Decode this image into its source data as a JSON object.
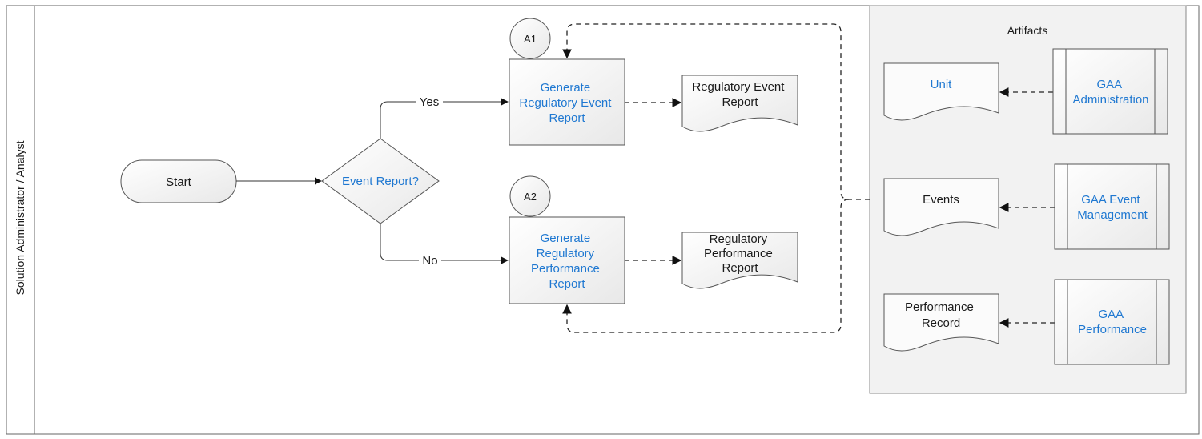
{
  "lane": {
    "label": "Solution Administrator / Analyst"
  },
  "artifacts": {
    "title": "Artifacts"
  },
  "nodes": {
    "start": "Start",
    "decision": "Event Report?",
    "connector_a1": "A1",
    "connector_a2": "A2",
    "step_event": [
      "Generate",
      "Regulatory Event",
      "Report"
    ],
    "step_perf": [
      "Generate",
      "Regulatory",
      "Performance",
      "Report"
    ],
    "doc_event": [
      "Regulatory Event",
      "Report"
    ],
    "doc_perf": [
      "Regulatory",
      "Performance",
      "Report"
    ],
    "art_unit": "Unit",
    "art_events": "Events",
    "art_perf": [
      "Performance",
      "Record"
    ],
    "mod_admin": [
      "GAA",
      "Administration"
    ],
    "mod_event": [
      "GAA Event",
      "Management"
    ],
    "mod_perf": [
      "GAA",
      "Performance"
    ]
  },
  "edges": {
    "yes": "Yes",
    "no": "No"
  },
  "colors": {
    "link": "#1f78d1",
    "text": "#1a1a1a",
    "shape_fill": "#f3f3f3",
    "panel": "#f2f2f2",
    "border": "#7f7f7f"
  }
}
